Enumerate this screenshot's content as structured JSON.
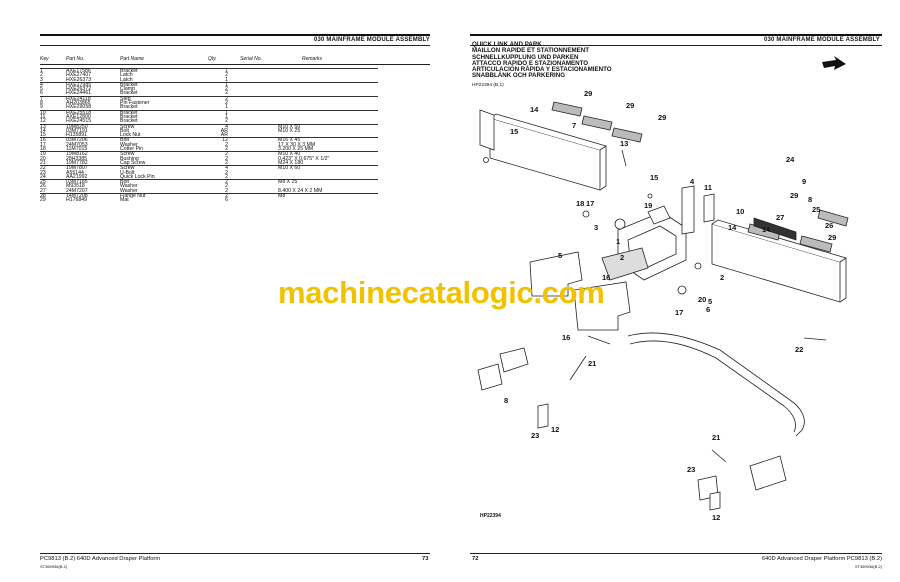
{
  "left_page": {
    "header": "030 MAINFRAME MODULE ASSEMBLY",
    "columns": {
      "key": "Key",
      "part_no": "Part No.",
      "part_name": "Part Name",
      "qty": "Qty.",
      "serial_no": "Serial No.",
      "remarks": "Remarks"
    },
    "rows": [
      {
        "key": "1",
        "part": "AXE17586",
        "name": "Bracket",
        "qty": "1",
        "remarks": ""
      },
      {
        "key": "2",
        "part": "HXE27407",
        "name": "Latch",
        "qty": "2",
        "remarks": ""
      },
      {
        "key": "3",
        "part": "HXE26373",
        "name": "Latch",
        "qty": "1",
        "remarks": ""
      },
      {
        "key": "4",
        "part": "HXE17985",
        "name": "Bracket",
        "qty": "1",
        "remarks": ""
      },
      {
        "key": "5",
        "part": "HXE26372",
        "name": "Clamp",
        "qty": "2",
        "remarks": ""
      },
      {
        "key": "6",
        "part": "HXE24461",
        "name": "Bracket",
        "qty": "2",
        "remarks": ""
      },
      {
        "key": "7",
        "part": "HXE24118",
        "name": "Step",
        "qty": "2",
        "remarks": ""
      },
      {
        "key": "8",
        "part": "AH203865",
        "name": "Pin Fastener",
        "qty": "2",
        "remarks": ""
      },
      {
        "key": "9",
        "part": "HXE29058",
        "name": "Bracket",
        "qty": "1",
        "remarks": ""
      },
      {
        "key": "10",
        "part": "HXE25518",
        "name": "Bracket",
        "qty": "1",
        "remarks": ""
      },
      {
        "key": "11",
        "part": "AXE12800",
        "name": "Bracket",
        "qty": "1",
        "remarks": ""
      },
      {
        "key": "12",
        "part": "HXE24515",
        "name": "Bracket",
        "qty": "2",
        "remarks": ""
      },
      {
        "key": "13",
        "part": "19M8250",
        "name": "Screw",
        "qty": "4",
        "remarks": "M10 X 50"
      },
      {
        "key": "14",
        "part": "03M7191",
        "name": "Bolt",
        "qty": "AR",
        "remarks": "M10 X 25"
      },
      {
        "key": "15",
        "part": "H135891",
        "name": "Lock Nut",
        "qty": "AR",
        "remarks": ""
      },
      {
        "key": "16",
        "part": "03M7206",
        "name": "Bolt",
        "qty": "12",
        "remarks": "M16 X 45"
      },
      {
        "key": "17",
        "part": "24M7053",
        "name": "Washer",
        "qty": "2",
        "remarks": "17 X 30 X 3 MM"
      },
      {
        "key": "18",
        "part": "11M7015",
        "name": "Cotter Pin",
        "qty": "2",
        "remarks": "3.200 X 25 MM"
      },
      {
        "key": "19",
        "part": "19M8162",
        "name": "Screw",
        "qty": "2",
        "remarks": "M10 X 40"
      },
      {
        "key": "20",
        "part": "28H3385",
        "name": "Bushing",
        "qty": "2",
        "remarks": "0.423\" X 0.675\" X 1/2\""
      },
      {
        "key": "21",
        "part": "19M7782",
        "name": "Cap Screw",
        "qty": "2",
        "remarks": "M24 X 180"
      },
      {
        "key": "22",
        "part": "19M7807",
        "name": "Screw",
        "qty": "4",
        "remarks": "M10 X 60"
      },
      {
        "key": "23",
        "part": "A55144",
        "name": "U-Bolt",
        "qty": "2",
        "remarks": ""
      },
      {
        "key": "24",
        "part": "AA21992",
        "name": "Quick Lock Pin",
        "qty": "2",
        "remarks": ""
      },
      {
        "key": "25",
        "part": "03M7185",
        "name": "Bolt",
        "qty": "2",
        "remarks": "M8 X 25"
      },
      {
        "key": "26",
        "part": "M93518",
        "name": "Washer",
        "qty": "2",
        "remarks": ""
      },
      {
        "key": "27",
        "part": "24M7207",
        "name": "Washer",
        "qty": "2",
        "remarks": "8.400 X 24 X 2 MM"
      },
      {
        "key": "28",
        "part": "14M7208",
        "name": "Flange Nut",
        "qty": "2",
        "remarks": "M8"
      },
      {
        "key": "29",
        "part": "H176849",
        "name": "Mat",
        "qty": "6",
        "remarks": ""
      }
    ],
    "footer_left": "PC9813   (B.2)    640D Advanced Draper Platform",
    "footer_code": "ST369936(B.2)",
    "page_number": "73"
  },
  "right_page": {
    "header": "030 MAINFRAME MODULE ASSEMBLY",
    "titles": [
      "QUICK LINK AND PARK",
      "MAILLON RAPIDE ET STATIONNEMENT",
      "SCHNELLKUPPLUNG UND PARKEN",
      "ATTACCO RAPIDO E STAZIONAMENTO",
      "ARTICULACIÓN RÁPIDA Y ESTACIONAMIENTO",
      "SNABBLÄNK OCH PARKERING"
    ],
    "figure_ref": "HP22394 (B.1)",
    "drawing_label": "HP22394",
    "footer_page_number": "72",
    "footer_right": "640D Advanced Draper Platform   PC9813   (B.2)",
    "footer_code": "ST369936(B.2)",
    "callouts": [
      "29",
      "29",
      "29",
      "14",
      "15",
      "7",
      "13",
      "15",
      "24",
      "9",
      "8",
      "29",
      "27",
      "25",
      "26",
      "10",
      "14",
      "14",
      "29",
      "3",
      "1",
      "19",
      "18",
      "17",
      "2",
      "2",
      "5",
      "4",
      "11",
      "16",
      "5",
      "6",
      "17",
      "20",
      "16",
      "22",
      "21",
      "8",
      "23",
      "12",
      "21",
      "23",
      "12"
    ]
  },
  "watermark": "machinecatalogic.com",
  "colors": {
    "watermark": "#f2c200",
    "ink": "#111111"
  }
}
